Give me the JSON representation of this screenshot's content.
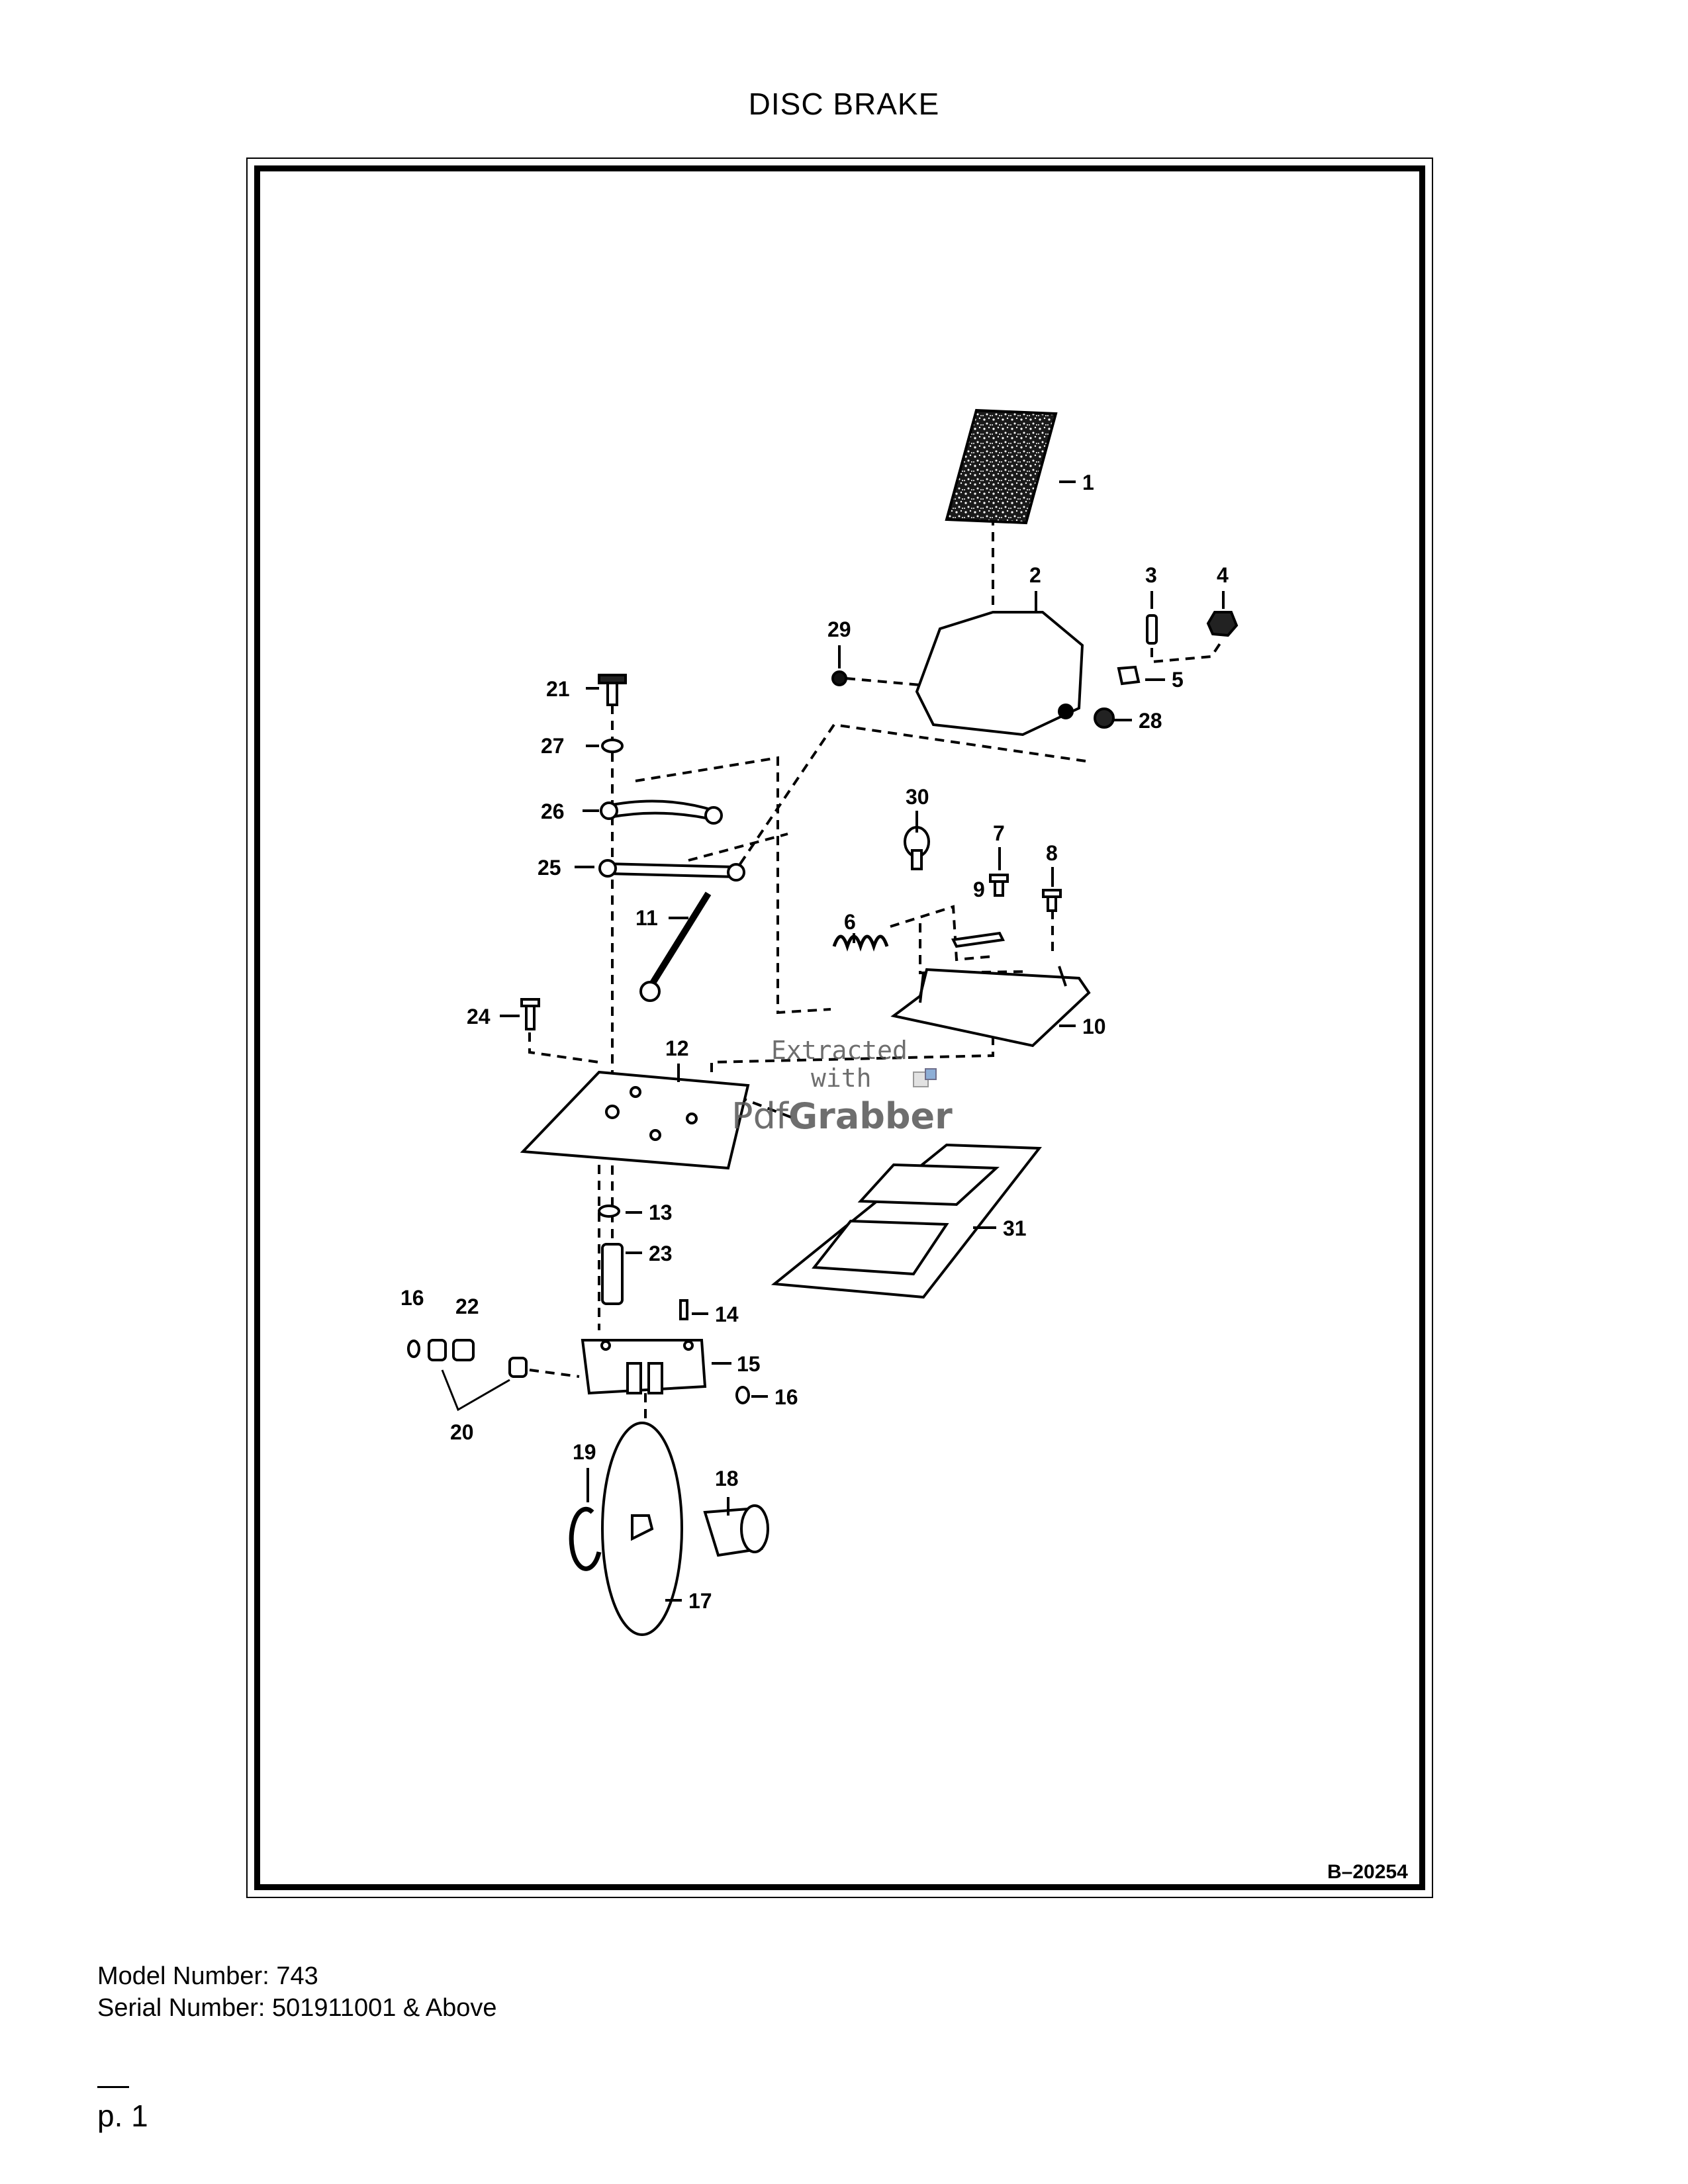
{
  "page": {
    "title": "DISC BRAKE",
    "figure_id": "B–20254",
    "watermark": {
      "line1": "Extracted",
      "line2": "with",
      "brand_a": "Pdf",
      "brand_b": "Grabber"
    },
    "model_label": "Model Number:",
    "model_value": "743",
    "serial_label": "Serial Number:",
    "serial_value": "501911001 & Above",
    "page_number": "p. 1"
  },
  "callouts": {
    "c1": "1",
    "c2": "2",
    "c3": "3",
    "c4": "4",
    "c5": "5",
    "c6": "6",
    "c7": "7",
    "c8": "8",
    "c9": "9",
    "c10": "10",
    "c11": "11",
    "c12": "12",
    "c13": "13",
    "c14": "14",
    "c15": "15",
    "c16a": "16",
    "c16b": "16",
    "c17": "17",
    "c18": "18",
    "c19": "19",
    "c20": "20",
    "c21": "21",
    "c22": "22",
    "c23": "23",
    "c24": "24",
    "c25": "25",
    "c26": "26",
    "c27": "27",
    "c28": "28",
    "c29": "29",
    "c30": "30",
    "c31": "31"
  }
}
